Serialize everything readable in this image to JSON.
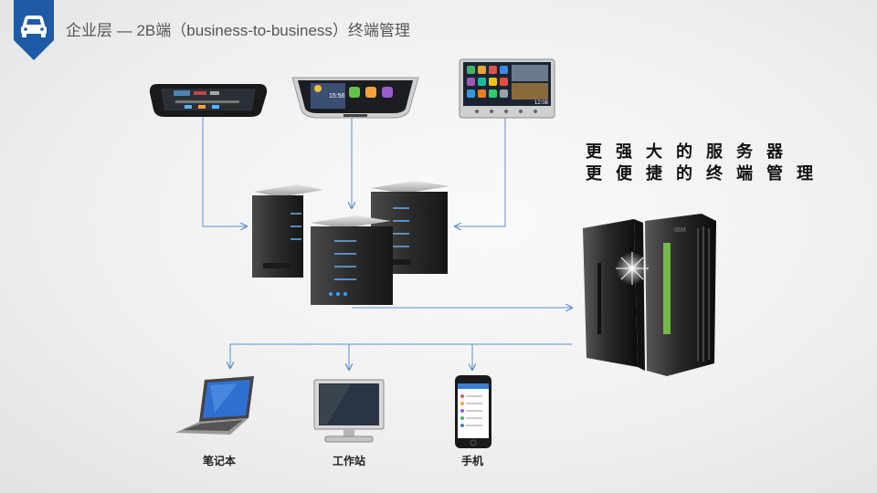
{
  "header": {
    "title": "企业层 — 2B端（business-to-business）终端管理",
    "badge_icon": "car-icon"
  },
  "tagline": {
    "line1": "更 强 大 的 服 务 器",
    "line2": "更 便 捷 的 终 端 管 理"
  },
  "devices": {
    "mirror_clock": "15:56",
    "console_clock": "12:08"
  },
  "mainframe": {
    "brand": "IBM"
  },
  "clients": [
    {
      "label": "笔记本",
      "icon": "laptop-icon"
    },
    {
      "label": "工作站",
      "icon": "monitor-icon"
    },
    {
      "label": "手机",
      "icon": "smartphone-icon"
    }
  ],
  "colors": {
    "accent": "#1f5aa6",
    "connector": "#5b8fd1",
    "server_glow": "#3aa0ff",
    "mainframe_glow": "#7fd14a"
  }
}
